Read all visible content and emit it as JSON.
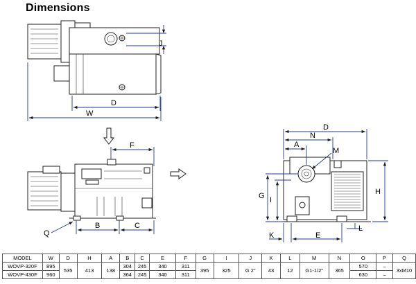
{
  "title": "Dimensions",
  "labels": {
    "J": "J",
    "D": "D",
    "W": "W",
    "F": "F",
    "B": "B",
    "C": "C",
    "Q": "Q",
    "A": "A",
    "N": "N",
    "M": "M",
    "G": "G",
    "I": "I",
    "H": "H",
    "K": "K",
    "E": "E",
    "L": "L"
  },
  "table": {
    "headers": [
      "MODEL",
      "W",
      "D",
      "H",
      "A",
      "B",
      "C",
      "E",
      "F",
      "G",
      "I",
      "J",
      "K",
      "L",
      "M",
      "N",
      "O",
      "P",
      "Q"
    ],
    "rows": [
      [
        "WOVP-320F",
        "895",
        "535",
        "413",
        "138",
        "304",
        "245",
        "340",
        "311",
        "395",
        "325",
        "G 2\"",
        "43",
        "12",
        "G1-1/2\"",
        "365",
        "570",
        "–",
        "3xM10"
      ],
      [
        "WOVP-430F",
        "960",
        "",
        "",
        "",
        "364",
        "245",
        "340",
        "311",
        "",
        "",
        "",
        "",
        "",
        "",
        "",
        "630",
        "–",
        ""
      ]
    ]
  }
}
